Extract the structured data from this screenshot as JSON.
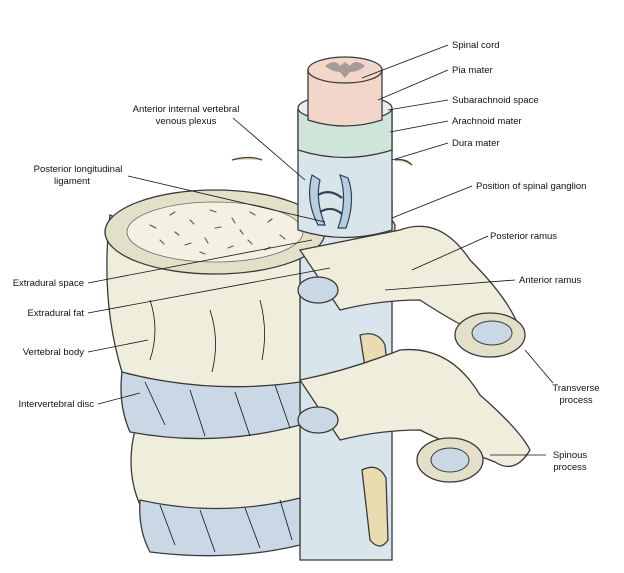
{
  "labels": {
    "spinal_cord": "Spinal cord",
    "pia_mater": "Pia mater",
    "subarachnoid_space": "Subarachnoid space",
    "arachnoid_mater": "Arachnoid mater",
    "dura_mater": "Dura mater",
    "position_of_spinal_ganglion": "Position of spinal ganglion",
    "posterior_ramus": "Posterior ramus",
    "anterior_ramus": "Anterior ramus",
    "transverse_process_line1": "Transverse",
    "transverse_process_line2": "process",
    "spinous_process_line1": "Spinous",
    "spinous_process_line2": "process",
    "anterior_internal_vertebral_line1": "Anterior internal vertebral",
    "anterior_internal_vertebral_line2": "venous plexus",
    "posterior_longitudinal_line1": "Posterior longitudinal",
    "posterior_longitudinal_line2": "ligament",
    "extradural_space": "Extradural space",
    "extradural_fat": "Extradural fat",
    "vertebral_body": "Vertebral body",
    "intervertebral_disc": "Intervertebral disc"
  },
  "colors": {
    "bone": "#efeedd",
    "disc": "#c9d8e4",
    "dura": "#d8e6ec",
    "spinal_cord": "#f2d6c9",
    "nerve": "#eadcb0"
  }
}
